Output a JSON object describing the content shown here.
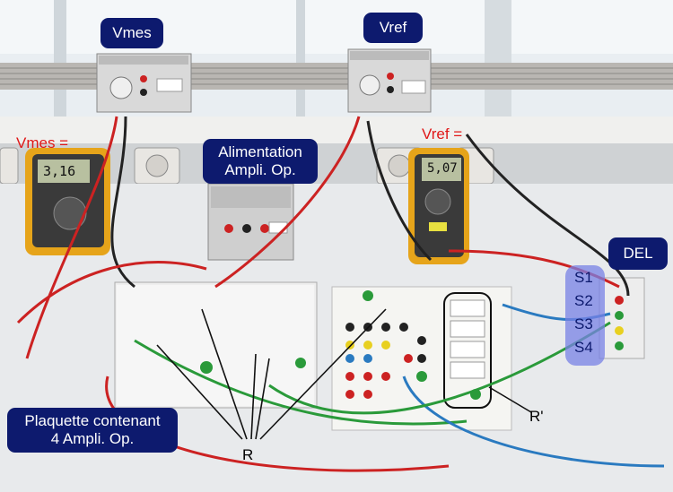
{
  "labels": {
    "vmes_box": "Vmes",
    "vref_box": "Vref",
    "alim_line1": "Alimentation",
    "alim_line2": "Ampli. Op.",
    "del_box": "DEL",
    "vmes_eq": "Vmes =",
    "vref_eq": "Vref =",
    "plaquette_line1": "Plaquette contenant",
    "plaquette_line2": "4 Ampli. Op.",
    "r": "R",
    "r_prime": "R'"
  },
  "meters": {
    "left_reading": "3,16",
    "right_reading": "5,07"
  },
  "del_items": [
    "S1",
    "S2",
    "S3",
    "S4"
  ],
  "colors": {
    "label_bg": "#0d1a6e",
    "red_text": "#e01818",
    "del_highlight": "#7882e6"
  }
}
